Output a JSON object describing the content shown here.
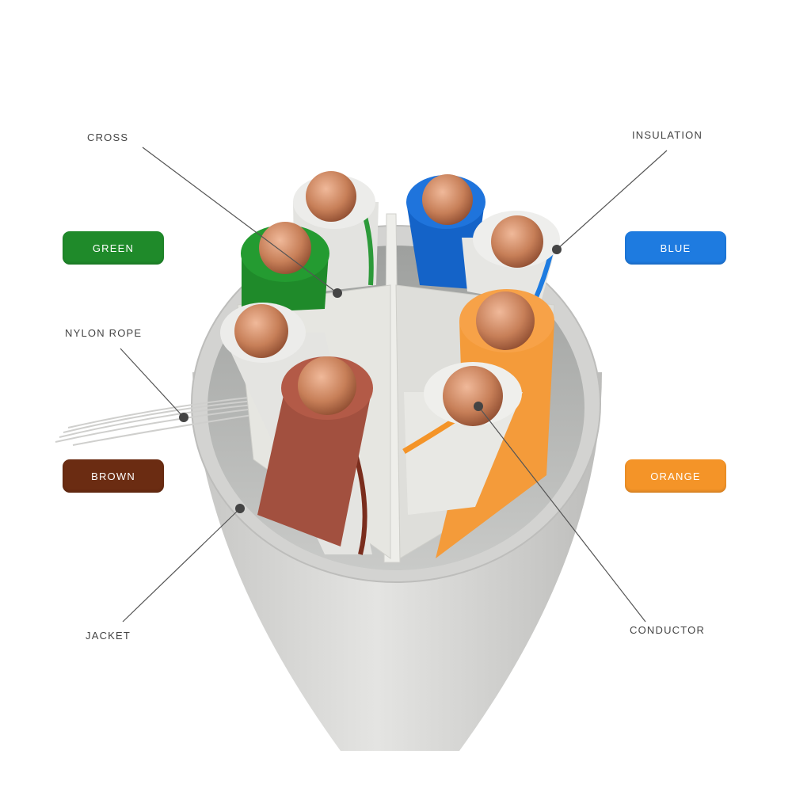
{
  "callouts": {
    "cross": "CROSS",
    "insulation": "INSULATION",
    "nylon_rope": "NYLON ROPE",
    "jacket": "JACKET",
    "conductor": "CONDUCTOR"
  },
  "pairs": [
    {
      "label": "GREEN",
      "color": "#1f8a2a"
    },
    {
      "label": "BLUE",
      "color": "#1e7be0"
    },
    {
      "label": "BROWN",
      "color": "#6b2c12"
    },
    {
      "label": "ORANGE",
      "color": "#f49428"
    }
  ],
  "colors": {
    "jacket": "#d4d4d2",
    "copper": "#c9845f",
    "white_wire": "#e6e6e3",
    "brown_wire": "#a2503f"
  }
}
